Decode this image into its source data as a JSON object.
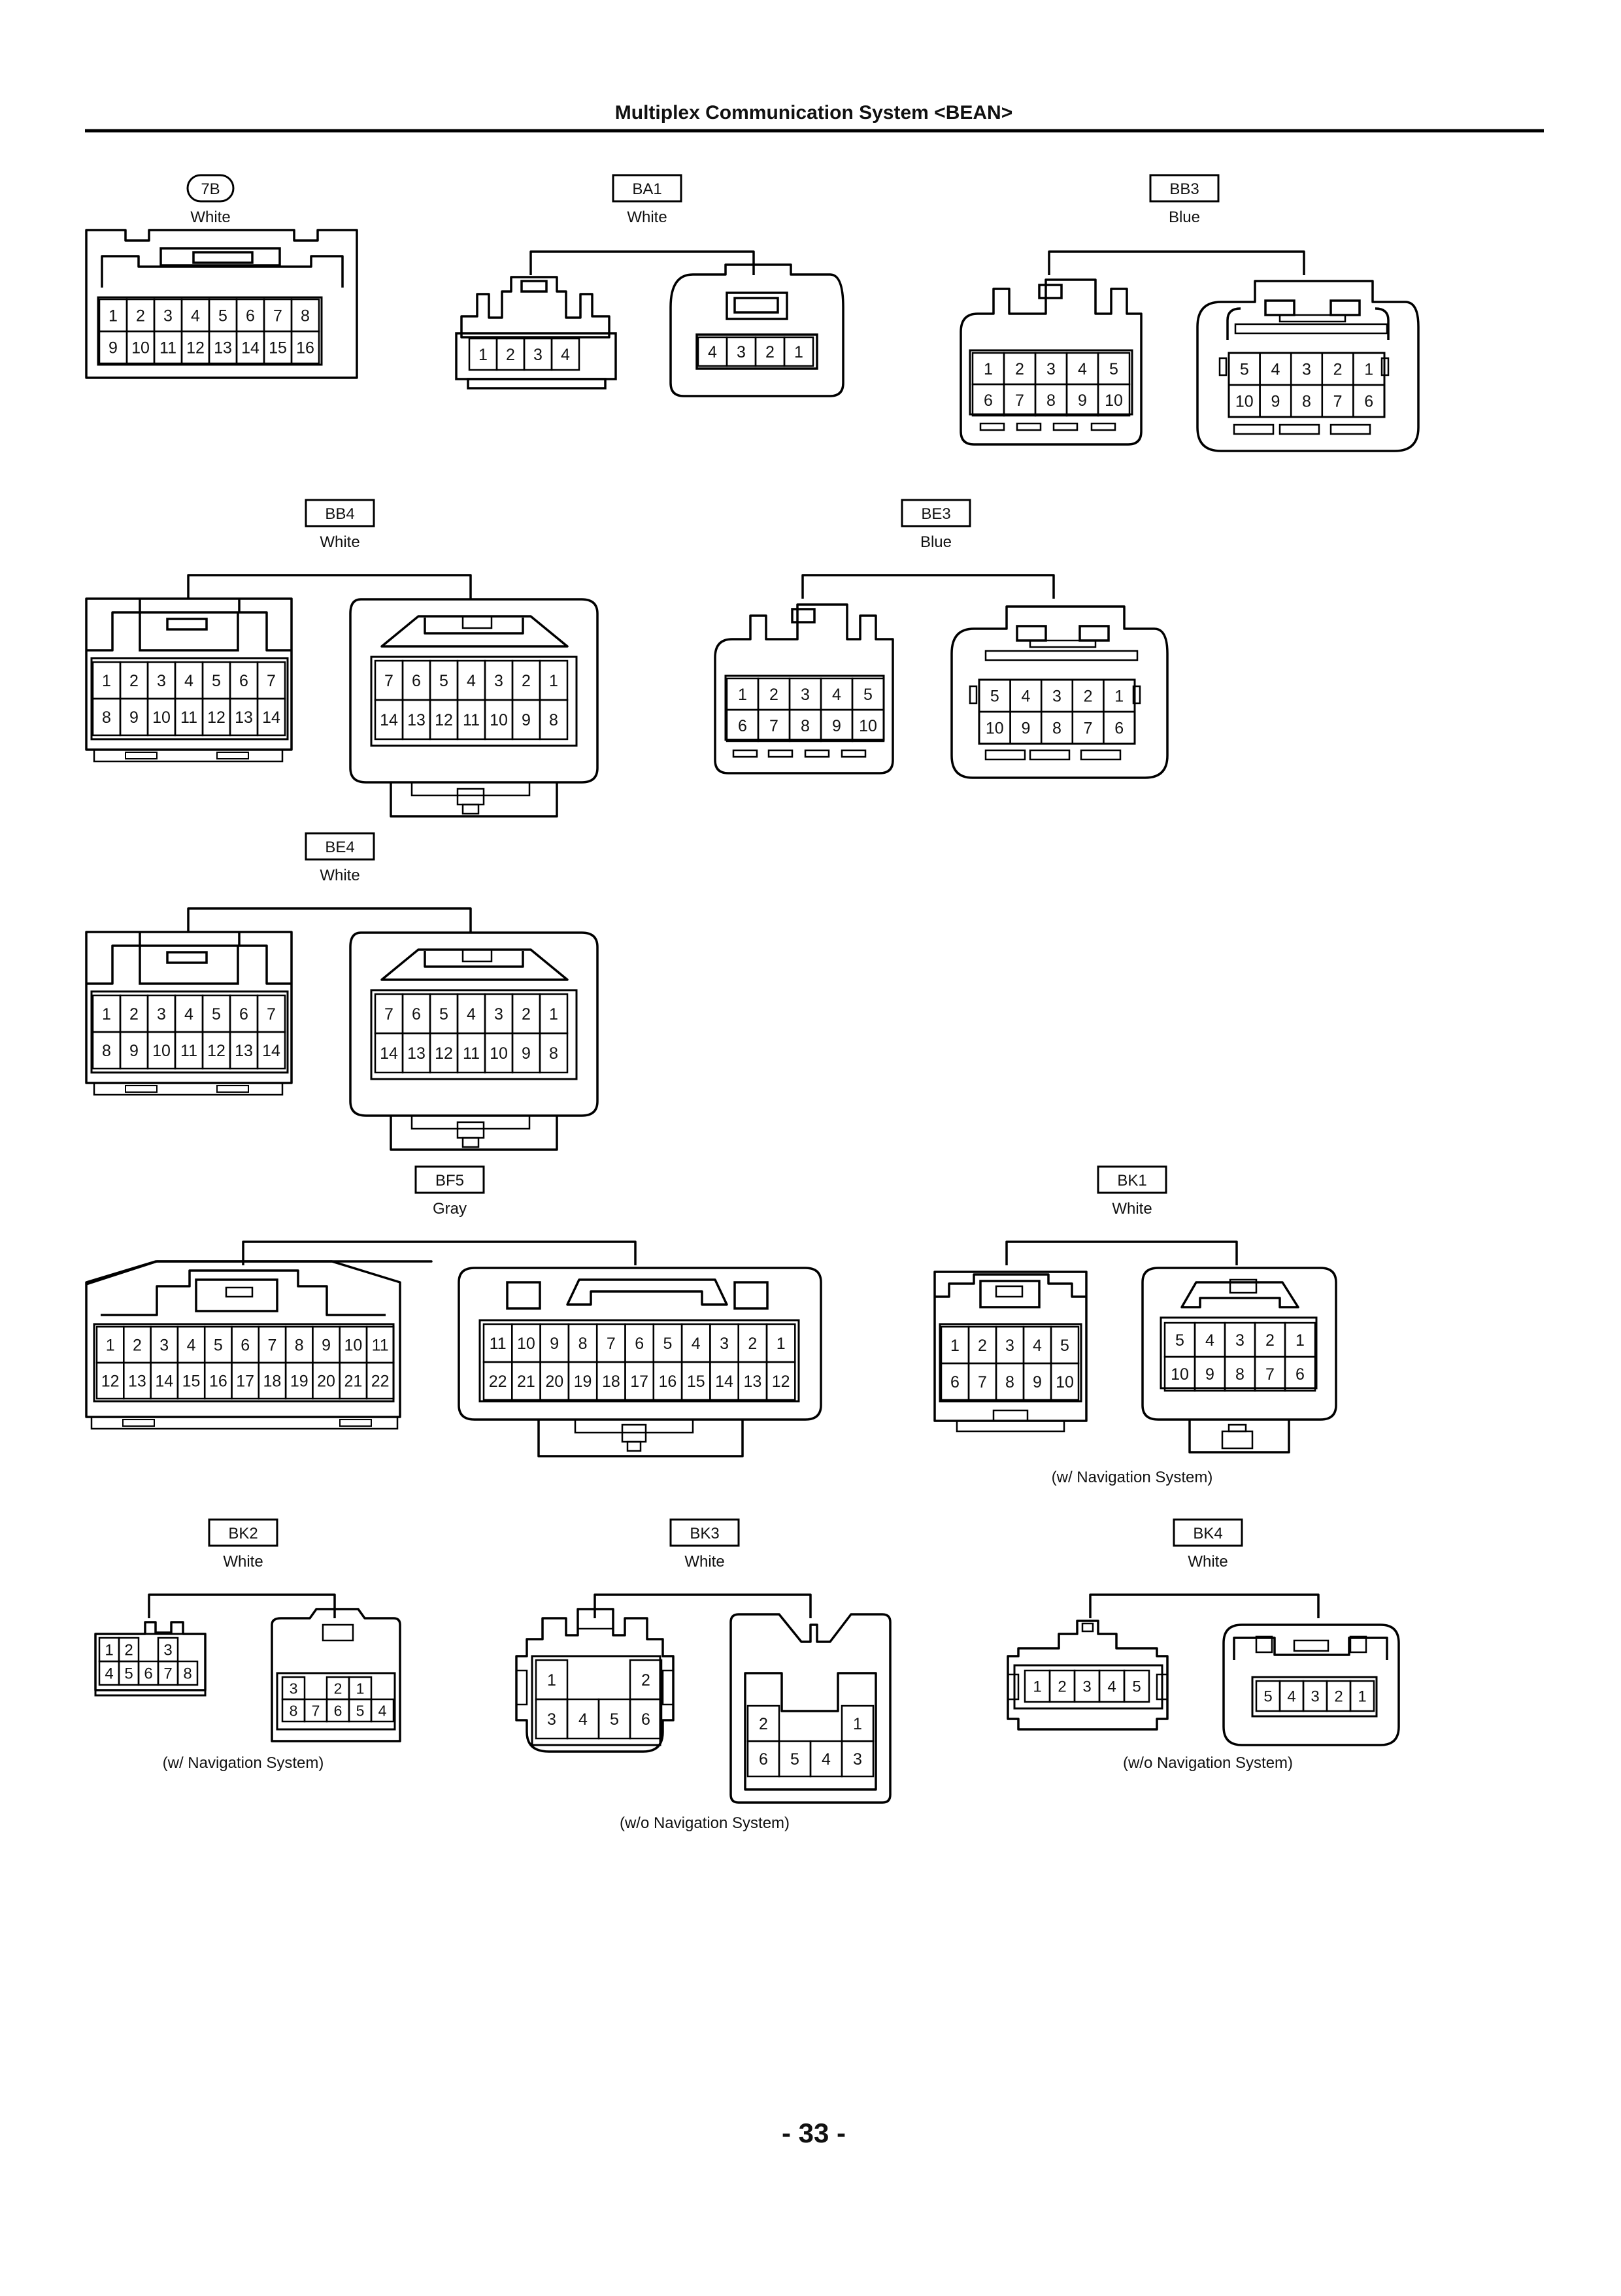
{
  "page": {
    "title": "Multiplex Communication System <BEAN>",
    "page_number": "- 33 -"
  },
  "groups": [
    {
      "code": "7B",
      "color": "White",
      "badge": "rounded",
      "note": ""
    },
    {
      "code": "BA1",
      "color": "White",
      "badge": "box",
      "note": ""
    },
    {
      "code": "BB3",
      "color": "Blue",
      "badge": "box",
      "note": ""
    },
    {
      "code": "BB4",
      "color": "White",
      "badge": "box",
      "note": ""
    },
    {
      "code": "BE3",
      "color": "Blue",
      "badge": "box",
      "note": ""
    },
    {
      "code": "BE4",
      "color": "White",
      "badge": "box",
      "note": ""
    },
    {
      "code": "BF5",
      "color": "Gray",
      "badge": "box",
      "note": ""
    },
    {
      "code": "BK1",
      "color": "White",
      "badge": "box",
      "note": "(w/ Navigation System)"
    },
    {
      "code": "BK2",
      "color": "White",
      "badge": "box",
      "note": "(w/ Navigation System)"
    },
    {
      "code": "BK3",
      "color": "White",
      "badge": "box",
      "note": "(w/o Navigation System)"
    },
    {
      "code": "BK4",
      "color": "White",
      "badge": "box",
      "note": "(w/o Navigation System)"
    }
  ],
  "connectors": [
    {
      "group": "7B",
      "side": "single",
      "rows": [
        [
          "1",
          "2",
          "3",
          "4",
          "5",
          "6",
          "7",
          "8"
        ],
        [
          "9",
          "10",
          "11",
          "12",
          "13",
          "14",
          "15",
          "16"
        ]
      ]
    },
    {
      "group": "BA1",
      "side": "male",
      "rows": [
        [
          "1",
          "2",
          "3",
          "4"
        ]
      ]
    },
    {
      "group": "BA1",
      "side": "female",
      "rows": [
        [
          "4",
          "3",
          "2",
          "1"
        ]
      ]
    },
    {
      "group": "BB3",
      "side": "male",
      "rows": [
        [
          "1",
          "2",
          "3",
          "4",
          "5"
        ],
        [
          "6",
          "7",
          "8",
          "9",
          "10"
        ]
      ]
    },
    {
      "group": "BB3",
      "side": "female",
      "rows": [
        [
          "5",
          "4",
          "3",
          "2",
          "1"
        ],
        [
          "10",
          "9",
          "8",
          "7",
          "6"
        ]
      ]
    },
    {
      "group": "BB4",
      "side": "male",
      "rows": [
        [
          "1",
          "2",
          "3",
          "4",
          "5",
          "6",
          "7"
        ],
        [
          "8",
          "9",
          "10",
          "11",
          "12",
          "13",
          "14"
        ]
      ]
    },
    {
      "group": "BB4",
      "side": "female",
      "rows": [
        [
          "7",
          "6",
          "5",
          "4",
          "3",
          "2",
          "1"
        ],
        [
          "14",
          "13",
          "12",
          "11",
          "10",
          "9",
          "8"
        ]
      ]
    },
    {
      "group": "BE3",
      "side": "male",
      "rows": [
        [
          "1",
          "2",
          "3",
          "4",
          "5"
        ],
        [
          "6",
          "7",
          "8",
          "9",
          "10"
        ]
      ]
    },
    {
      "group": "BE3",
      "side": "female",
      "rows": [
        [
          "5",
          "4",
          "3",
          "2",
          "1"
        ],
        [
          "10",
          "9",
          "8",
          "7",
          "6"
        ]
      ]
    },
    {
      "group": "BE4",
      "side": "male",
      "rows": [
        [
          "1",
          "2",
          "3",
          "4",
          "5",
          "6",
          "7"
        ],
        [
          "8",
          "9",
          "10",
          "11",
          "12",
          "13",
          "14"
        ]
      ]
    },
    {
      "group": "BE4",
      "side": "female",
      "rows": [
        [
          "7",
          "6",
          "5",
          "4",
          "3",
          "2",
          "1"
        ],
        [
          "14",
          "13",
          "12",
          "11",
          "10",
          "9",
          "8"
        ]
      ]
    },
    {
      "group": "BF5",
      "side": "male",
      "rows": [
        [
          "1",
          "2",
          "3",
          "4",
          "5",
          "6",
          "7",
          "8",
          "9",
          "10",
          "11"
        ],
        [
          "12",
          "13",
          "14",
          "15",
          "16",
          "17",
          "18",
          "19",
          "20",
          "21",
          "22"
        ]
      ]
    },
    {
      "group": "BF5",
      "side": "female",
      "rows": [
        [
          "11",
          "10",
          "9",
          "8",
          "7",
          "6",
          "5",
          "4",
          "3",
          "2",
          "1"
        ],
        [
          "22",
          "21",
          "20",
          "19",
          "18",
          "17",
          "16",
          "15",
          "14",
          "13",
          "12"
        ]
      ]
    },
    {
      "group": "BK1",
      "side": "male",
      "rows": [
        [
          "1",
          "2",
          "3",
          "4",
          "5"
        ],
        [
          "6",
          "7",
          "8",
          "9",
          "10"
        ]
      ]
    },
    {
      "group": "BK1",
      "side": "female",
      "rows": [
        [
          "5",
          "4",
          "3",
          "2",
          "1"
        ],
        [
          "10",
          "9",
          "8",
          "7",
          "6"
        ]
      ]
    },
    {
      "group": "BK2",
      "side": "male",
      "rows": [
        [
          "1",
          "2",
          "",
          "3"
        ],
        [
          "4",
          "5",
          "6",
          "7",
          "8"
        ]
      ]
    },
    {
      "group": "BK2",
      "side": "female",
      "rows": [
        [
          "3",
          "",
          "2",
          "1"
        ],
        [
          "8",
          "7",
          "6",
          "5",
          "4"
        ]
      ]
    },
    {
      "group": "BK3",
      "side": "male",
      "rows": [
        [
          "1",
          "",
          "",
          "2"
        ],
        [
          "3",
          "4",
          "5",
          "6"
        ]
      ]
    },
    {
      "group": "BK3",
      "side": "female",
      "rows": [
        [
          "2",
          "",
          "",
          "1"
        ],
        [
          "6",
          "5",
          "4",
          "3"
        ]
      ]
    },
    {
      "group": "BK4",
      "side": "male",
      "rows": [
        [
          "1",
          "2",
          "3",
          "4",
          "5"
        ]
      ]
    },
    {
      "group": "BK4",
      "side": "female",
      "rows": [
        [
          "5",
          "4",
          "3",
          "2",
          "1"
        ]
      ]
    }
  ]
}
